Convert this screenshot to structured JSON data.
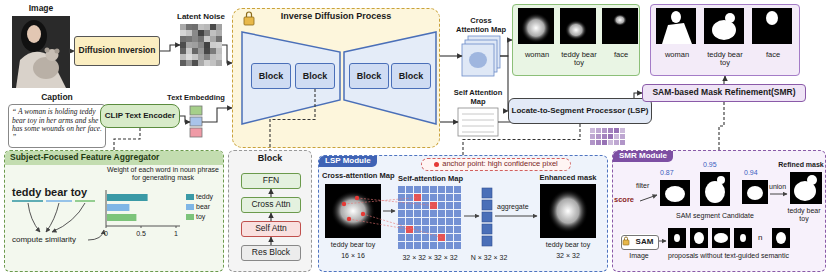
{
  "diagram": {
    "nodes": [
      {
        "text": [
          "Image"
        ]
      },
      {
        "text": [
          "Diffusion Inversion"
        ]
      },
      {
        "text": [
          "Latent Noise"
        ]
      },
      {
        "text": [
          "Caption",
          "“ A woman is holding teddy bear toy in her arms and she has some wounds on her face. ”"
        ]
      },
      {
        "text": [
          "CLIP Text Encoder"
        ]
      },
      {
        "text": [
          "Text Embedding"
        ]
      },
      {
        "text": [
          "Inverse Diffusion Process"
        ]
      },
      {
        "text": [
          "Block"
        ],
        "in": 6
      },
      {
        "text": [
          "Block"
        ],
        "in": 6
      },
      {
        "text": [
          "Block"
        ],
        "in": 6
      },
      {
        "text": [
          "Block"
        ],
        "in": 6
      },
      {
        "text": [
          "Cross Attention Map"
        ]
      },
      {
        "text": [
          "Self Attention Map"
        ]
      },
      {
        "text": [
          "woman",
          "teddy bear toy",
          "face"
        ]
      },
      {
        "text": [
          "Locate-to-Segment Processor (LSP)"
        ]
      },
      {
        "text": [
          "woman",
          "teddy bear toy",
          "face"
        ]
      },
      {
        "text": [
          "SAM-based Mask Refinement(SMR)"
        ]
      },
      {
        "text": [
          "Subject-Focused Feature Aggregator"
        ]
      },
      {
        "text": [
          "Block"
        ]
      },
      {
        "text": [
          "FFN"
        ],
        "in": 18
      },
      {
        "text": [
          "Cross Attn"
        ],
        "in": 18
      },
      {
        "text": [
          "Self Attn"
        ],
        "in": 18
      },
      {
        "text": [
          "Res Block"
        ],
        "in": 18
      },
      {
        "text": [
          "LSP Module"
        ]
      },
      {
        "text": [
          "SMR Module"
        ]
      },
      {
        "text": [
          "anchor point: high confidence pixel"
        ],
        "in": 23
      },
      {
        "text": [
          "SAM"
        ],
        "in": 24
      }
    ],
    "edges": [
      {
        "from": 0,
        "to": 1,
        "arrow": "to"
      },
      {
        "from": 1,
        "to": 2,
        "arrow": "to"
      },
      {
        "from": 2,
        "to": 6,
        "arrow": "to"
      },
      {
        "from": 3,
        "to": 4,
        "arrow": "to"
      },
      {
        "from": 4,
        "to": 5,
        "arrow": "to"
      },
      {
        "from": 5,
        "to": 6,
        "arrow": "to"
      },
      {
        "from": 6,
        "to": 11,
        "arrow": "to"
      },
      {
        "from": 6,
        "to": 12,
        "arrow": "to"
      },
      {
        "from": 11,
        "to": 13,
        "arrow": "to"
      },
      {
        "from": 11,
        "to": 14,
        "arrow": "to"
      },
      {
        "from": 12,
        "to": 14,
        "arrow": "to"
      },
      {
        "from": 14,
        "to": 16,
        "arrow": "to"
      },
      {
        "from": 16,
        "to": 15,
        "arrow": "to"
      },
      {
        "from": 4,
        "to": 17,
        "arrow": "none"
      },
      {
        "from": 8,
        "to": 18,
        "arrow": "none"
      },
      {
        "from": 14,
        "to": 23,
        "arrow": "none"
      },
      {
        "from": 16,
        "to": 24,
        "arrow": "none"
      },
      {
        "from": 22,
        "to": 21,
        "arrow": "to"
      },
      {
        "from": 21,
        "to": 20,
        "arrow": "to"
      },
      {
        "from": 20,
        "to": 19,
        "arrow": "to"
      }
    ],
    "labels": [
      "teddy bear toy",
      "Weight of each word in noun phrase for generating mask",
      "compute similarity",
      "0",
      "0.5",
      "1",
      "Cross-attention Map",
      "teddy bear toy",
      "16 × 16",
      "Self-attention Map",
      "32 × 32 × 32 × 32",
      "aggregate",
      "N × 32 × 32",
      "Enhanced mask",
      "teddy bear toy",
      "32 × 32",
      "0.87",
      "0.95",
      "0.94",
      "score",
      "filter",
      "union",
      "Refined mask",
      "teddy bear toy",
      "SAM segment Candidate",
      "n",
      "Image",
      "proposals without text-guided semantic"
    ],
    "legend": [
      {
        "text": "teddy",
        "color": "#3a9aa6"
      },
      {
        "text": "bear",
        "color": "#7fb6e6"
      },
      {
        "text": "toy",
        "color": "#7cc47a"
      }
    ]
  }
}
